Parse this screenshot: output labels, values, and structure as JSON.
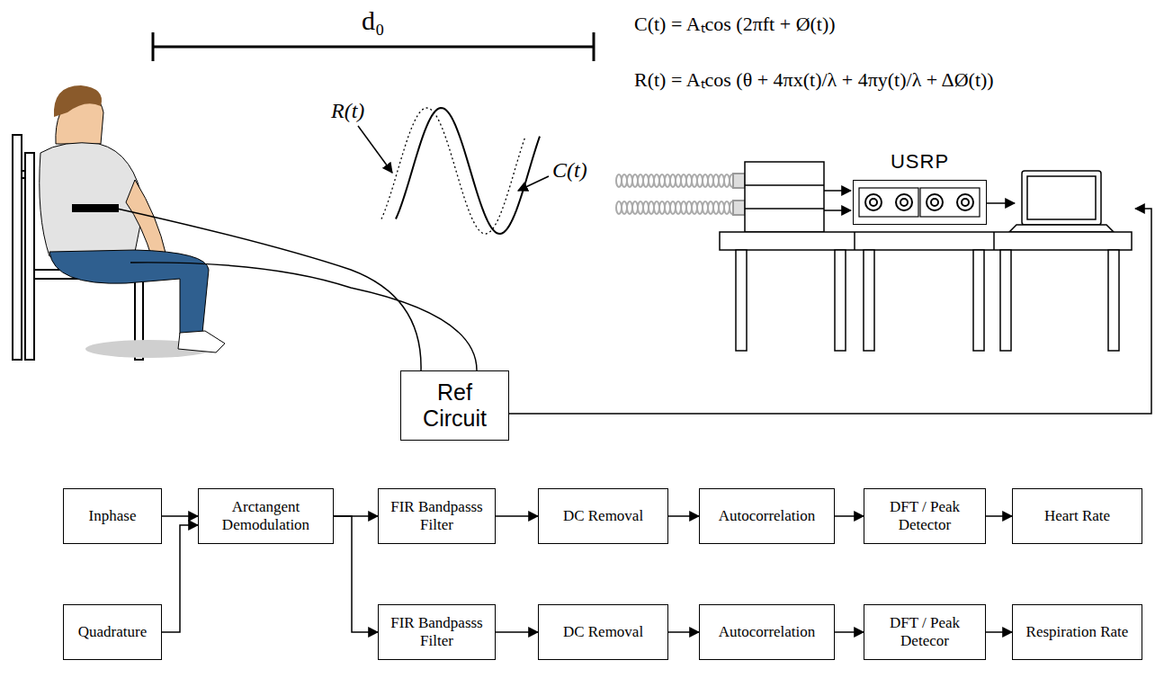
{
  "diagram": {
    "nodes": [
      {
        "text": [
          "USRP"
        ]
      },
      {
        "text": [
          "Ref Circuit"
        ]
      },
      {
        "text": [
          "Inphase"
        ]
      },
      {
        "text": [
          "Arctangent Demodulation"
        ]
      },
      {
        "text": [
          "FIR Bandpasss Filter"
        ]
      },
      {
        "text": [
          "DC Removal"
        ]
      },
      {
        "text": [
          "Autocorrelation"
        ]
      },
      {
        "text": [
          "DFT / Peak Detector"
        ]
      },
      {
        "text": [
          "Heart Rate"
        ]
      },
      {
        "text": [
          "Quadrature"
        ]
      },
      {
        "text": [
          "FIR Bandpasss Filter"
        ]
      },
      {
        "text": [
          "DC Removal"
        ]
      },
      {
        "text": [
          "Autocorrelation"
        ]
      },
      {
        "text": [
          "DFT / Peak Detecor"
        ]
      },
      {
        "text": [
          "Respiration Rate"
        ]
      }
    ],
    "edges": [
      {
        "from": 2,
        "to": 3,
        "arrow": "to"
      },
      {
        "from": 9,
        "to": 3,
        "arrow": "to"
      },
      {
        "from": 3,
        "to": 4,
        "arrow": "to"
      },
      {
        "from": 4,
        "to": 5,
        "arrow": "to"
      },
      {
        "from": 5,
        "to": 6,
        "arrow": "to"
      },
      {
        "from": 6,
        "to": 7,
        "arrow": "to"
      },
      {
        "from": 7,
        "to": 8,
        "arrow": "to"
      },
      {
        "from": 3,
        "to": 10,
        "arrow": "to"
      },
      {
        "from": 10,
        "to": 11,
        "arrow": "to"
      },
      {
        "from": 11,
        "to": 12,
        "arrow": "to"
      },
      {
        "from": 12,
        "to": 13,
        "arrow": "to"
      },
      {
        "from": 13,
        "to": 14,
        "arrow": "to"
      }
    ],
    "labels": [
      "d₀",
      "C(t) = Aₜcos (2πft + Ø(t))",
      "R(t) = Aₜcos (θ + 4πx(t)/λ + 4πy(t)/λ + ΔØ(t))",
      "R(t)",
      "C(t)"
    ]
  }
}
